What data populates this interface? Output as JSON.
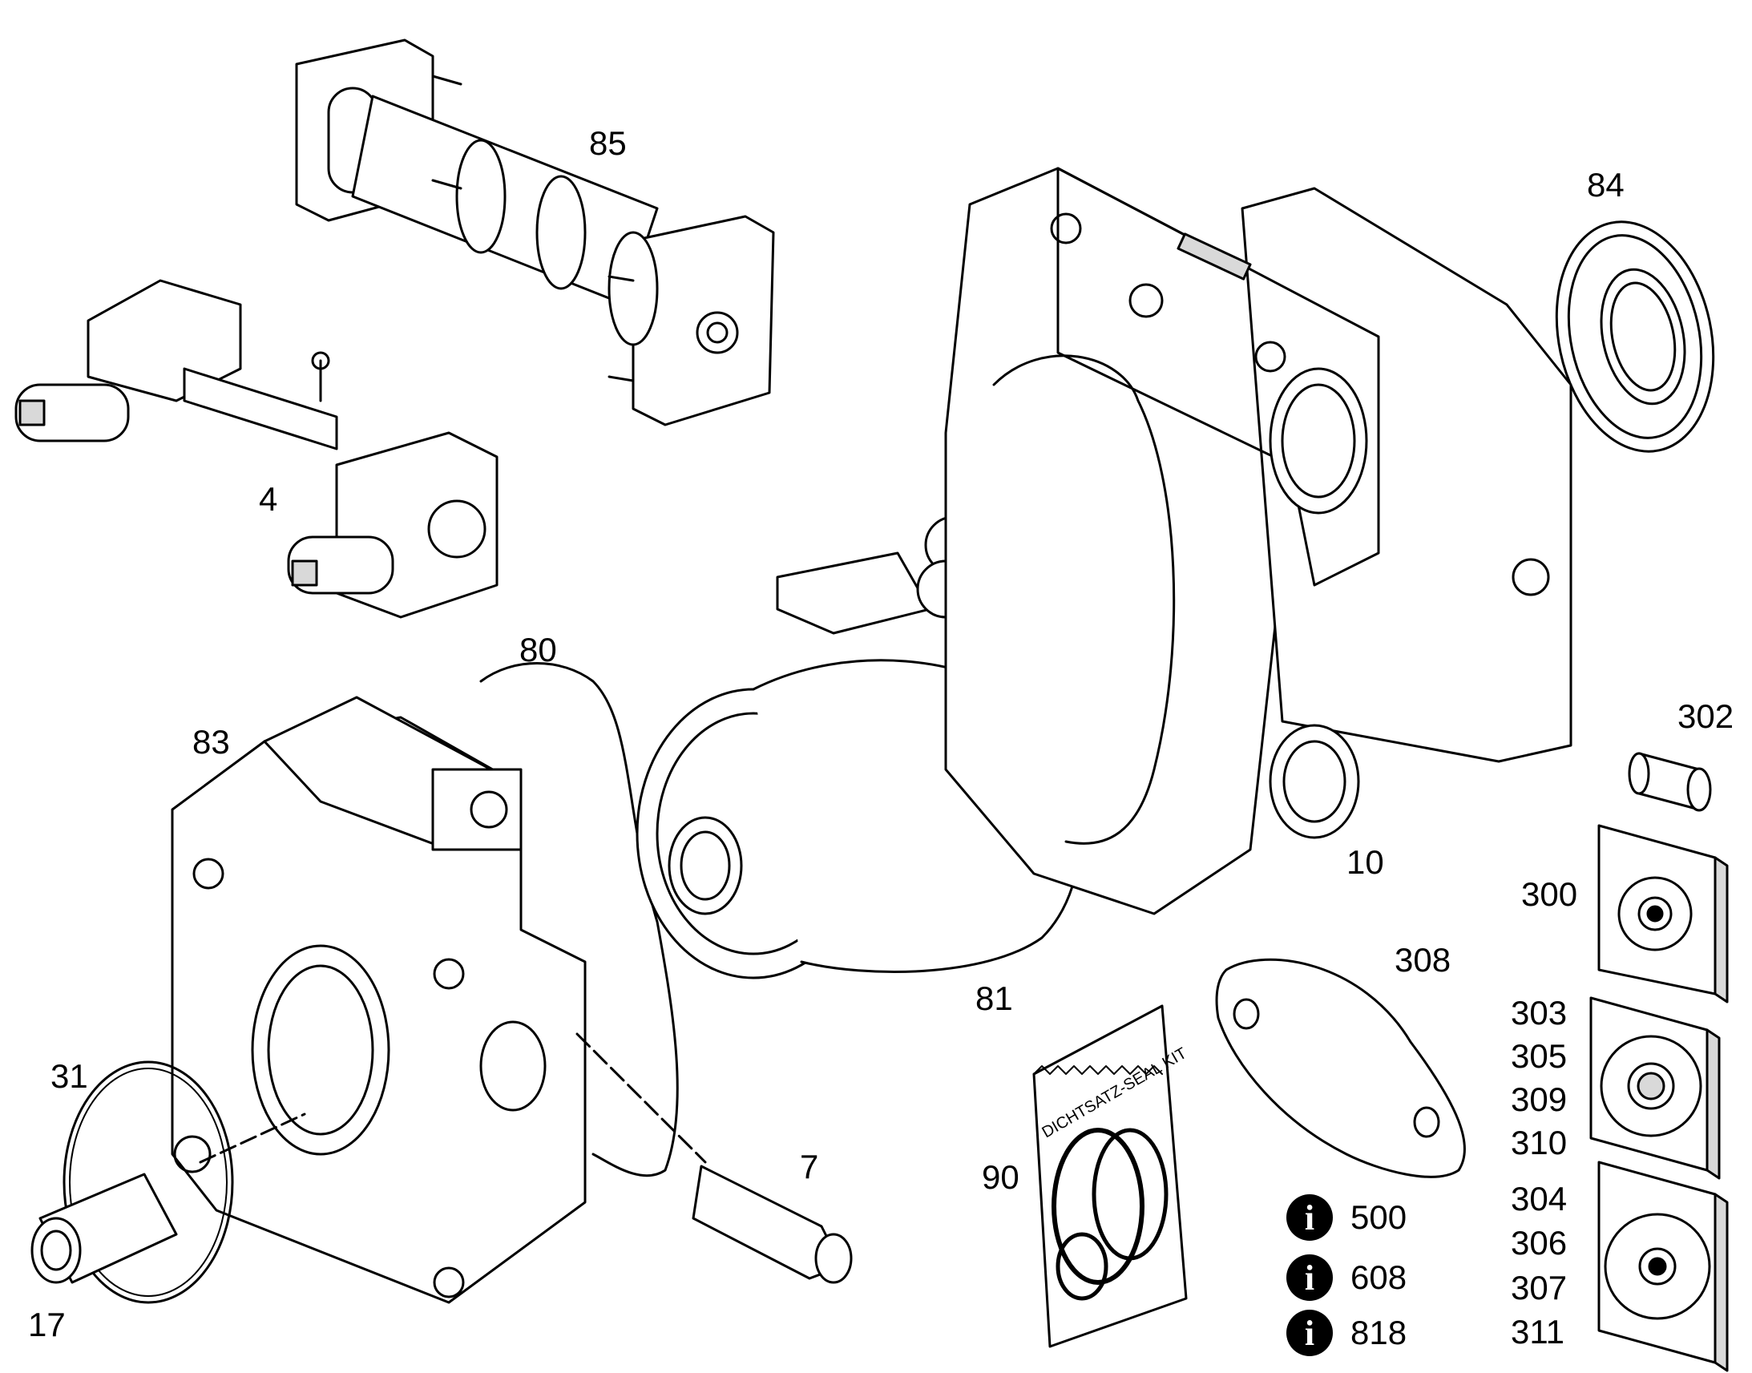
{
  "callouts": {
    "c85": "85",
    "c84": "84",
    "c4": "4",
    "c80": "80",
    "c83": "83",
    "c10": "10",
    "c302": "302",
    "c300": "300",
    "c308": "308",
    "c81": "81",
    "c303": "303",
    "c305": "305",
    "c309": "309",
    "c310": "310",
    "c31": "31",
    "c7": "7",
    "c90": "90",
    "c304": "304",
    "c306": "306",
    "c307": "307",
    "c311": "311",
    "c17": "17"
  },
  "info_items": [
    {
      "icon": "i",
      "number": "500"
    },
    {
      "icon": "i",
      "number": "608"
    },
    {
      "icon": "i",
      "number": "818"
    }
  ],
  "seal_kit": {
    "label": "DICHTSATZ-SEAL KIT"
  },
  "colors": {
    "line": "#000000",
    "fill": "#ffffff",
    "shade": "#d9d9d9"
  }
}
